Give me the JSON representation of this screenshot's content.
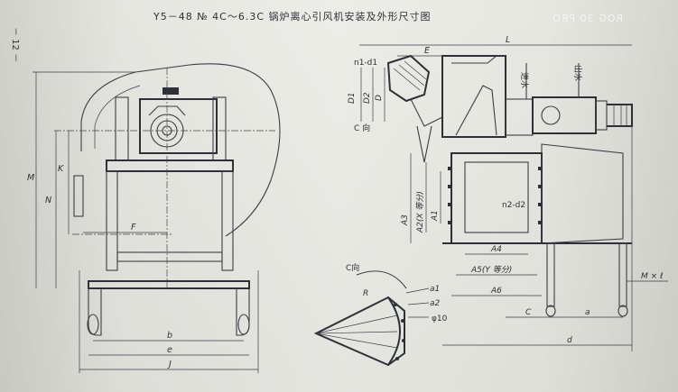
{
  "title": "Y5－48 № 4C～6.3C 锅炉离心引风机安装及外形尺寸图",
  "page_number": "－ 12 －",
  "watermark": "ROG 30 PRO",
  "callouts": {
    "view_c_label": "C 向",
    "view_c_detail": "C向",
    "hole1": "n1-d1",
    "hole2": "n2-d2",
    "inlet_water": "进水",
    "outlet_water": "出水",
    "M_l": "M × ℓ",
    "phi10": "φ10"
  },
  "dims_left": {
    "M": "M",
    "N": "N",
    "K": "K",
    "F": "F",
    "b": "b",
    "e": "e",
    "J": "J"
  },
  "dims_right": {
    "L": "L",
    "E": "E",
    "D1": "D1",
    "D2": "D2",
    "D": "D",
    "A3": "A3",
    "A2": "A2(X 等分)",
    "A1": "A1",
    "A4": "A4",
    "A5": "A5(Y 等分)",
    "A6": "A6",
    "C": "C",
    "a": "a",
    "d": "d",
    "R": "R",
    "a1": "a1",
    "a2": "a2"
  }
}
